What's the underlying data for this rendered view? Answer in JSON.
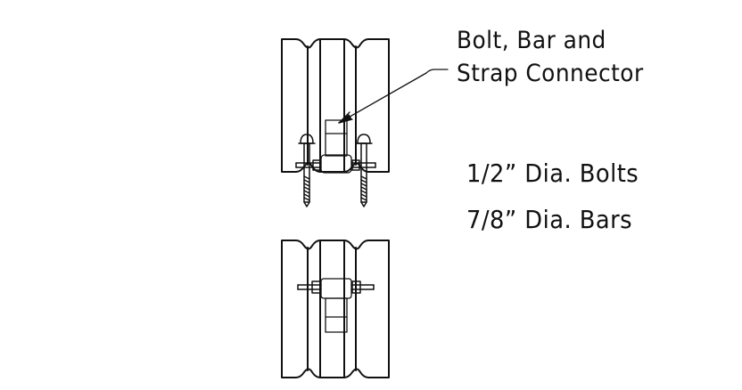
{
  "callout": {
    "line1": "Bolt, Bar and",
    "line2": "Strap Connector"
  },
  "notes": {
    "bolts": "1/2” Dia. Bolts",
    "bars": "7/8” Dia. Bars"
  },
  "colors": {
    "line": "#111111",
    "background": "#ffffff"
  }
}
